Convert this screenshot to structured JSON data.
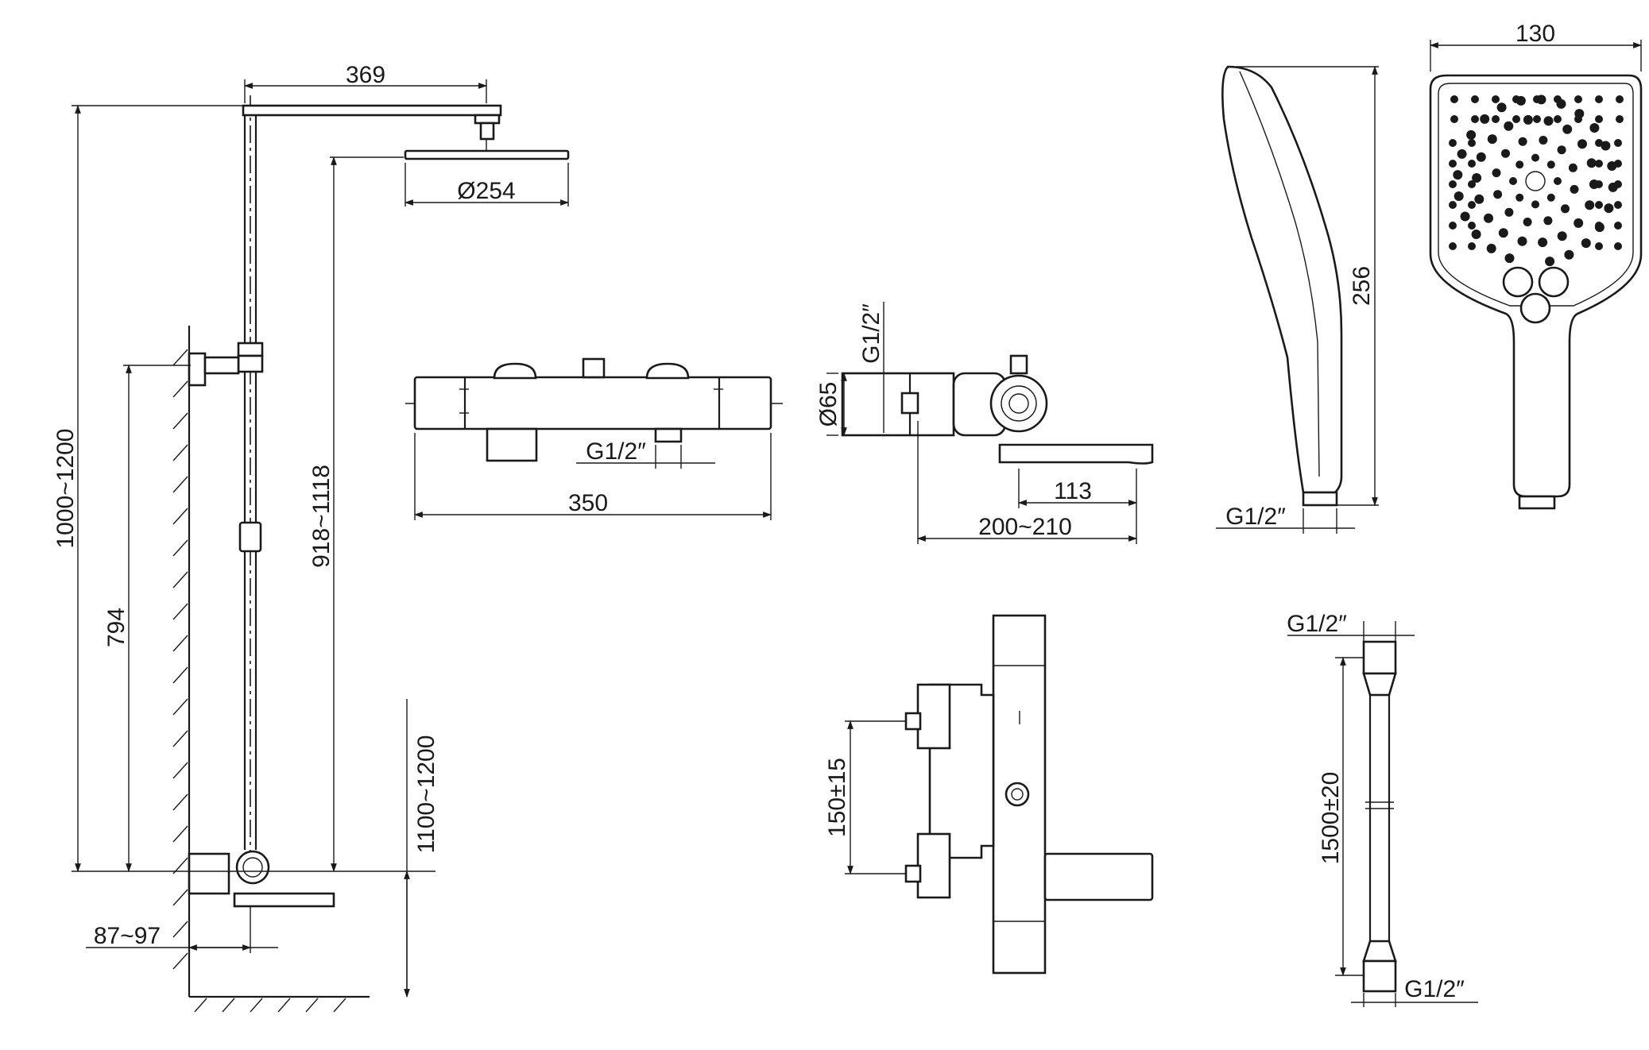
{
  "dimensions": {
    "arm_length": "369",
    "head_diameter": "Ø254",
    "total_height": "1000~1200",
    "height_794": "794",
    "rail_height": "918~1118",
    "valve_height": "1100~1200",
    "wall_offset": "87~97",
    "valve_length": "350",
    "valve_inlet": "G1/2″",
    "side_inlet": "G1/2″",
    "valve_body_diameter": "Ø65",
    "spout_reach": "113",
    "valve_depth": "200~210",
    "hand_length": "256",
    "hand_width": "130",
    "hand_thread": "G1/2″",
    "eccentric_spacing": "150±15",
    "hose_top_thread": "G1/2″",
    "hose_bottom_thread": "G1/2″",
    "hose_length": "1500±20"
  }
}
